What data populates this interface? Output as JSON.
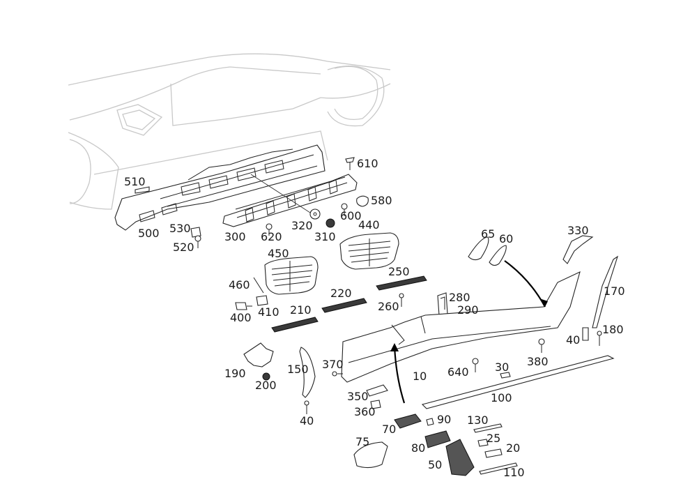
{
  "labels": {
    "p10": "10",
    "p20": "20",
    "p25": "25",
    "p30": "30",
    "p40a": "40",
    "p40b": "40",
    "p50": "50",
    "p60": "60",
    "p65": "65",
    "p70": "70",
    "p75": "75",
    "p80": "80",
    "p90": "90",
    "p100": "100",
    "p110": "110",
    "p130": "130",
    "p150": "150",
    "p170": "170",
    "p180": "180",
    "p190": "190",
    "p200": "200",
    "p210": "210",
    "p220": "220",
    "p250": "250",
    "p260": "260",
    "p280": "280",
    "p290": "290",
    "p300": "300",
    "p310": "310",
    "p320": "320",
    "p330": "330",
    "p350": "350",
    "p360": "360",
    "p370": "370",
    "p380": "380",
    "p400": "400",
    "p410": "410",
    "p440": "440",
    "p450": "450",
    "p460": "460",
    "p500": "500",
    "p510": "510",
    "p520": "520",
    "p530": "530",
    "p580": "580",
    "p600": "600",
    "p610": "610",
    "p620": "620",
    "p640": "640"
  }
}
